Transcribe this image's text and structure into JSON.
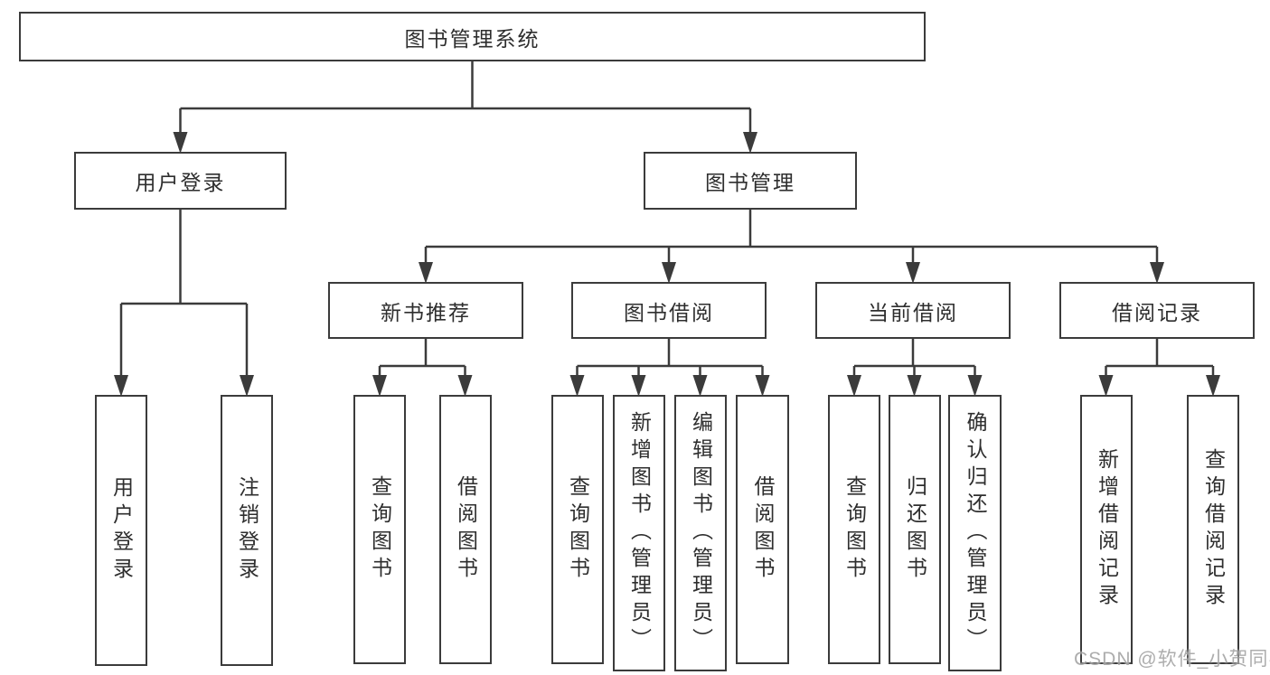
{
  "watermark": "CSDN @软件_小贺同学",
  "colors": {
    "line": "#3b3b3b",
    "box_border": "#3b3b3b",
    "text": "#2e2e2e",
    "background": "#ffffff",
    "watermark": "#969696"
  },
  "tree": {
    "label": "图书管理系统",
    "children": [
      {
        "label": "用户登录",
        "children": [
          {
            "label": "用户登录"
          },
          {
            "label": "注销登录"
          }
        ]
      },
      {
        "label": "图书管理",
        "children": [
          {
            "label": "新书推荐",
            "children": [
              {
                "label": "查询图书"
              },
              {
                "label": "借阅图书"
              }
            ]
          },
          {
            "label": "图书借阅",
            "children": [
              {
                "label": "查询图书"
              },
              {
                "label": "新增图书（管理员）"
              },
              {
                "label": "编辑图书（管理员）"
              },
              {
                "label": "借阅图书"
              }
            ]
          },
          {
            "label": "当前借阅",
            "children": [
              {
                "label": "查询图书"
              },
              {
                "label": "归还图书"
              },
              {
                "label": "确认归还（管理员）"
              }
            ]
          },
          {
            "label": "借阅记录",
            "children": [
              {
                "label": "新增借阅记录"
              },
              {
                "label": "查询借阅记录"
              }
            ]
          }
        ]
      }
    ]
  }
}
